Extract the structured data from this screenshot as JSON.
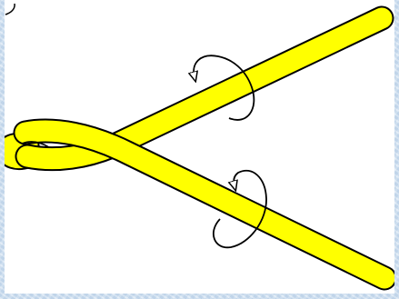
{
  "diagram": {
    "colors": {
      "background_frame": "#cfe0f0",
      "canvas": "#ffffff",
      "balloon_fill": "#ffff00",
      "outline": "#000000"
    },
    "elements": [
      "balloon-segment-upper",
      "balloon-segment-lower",
      "balloon-twist-loop",
      "rotation-arrow-upper",
      "rotation-arrow-lower"
    ]
  }
}
